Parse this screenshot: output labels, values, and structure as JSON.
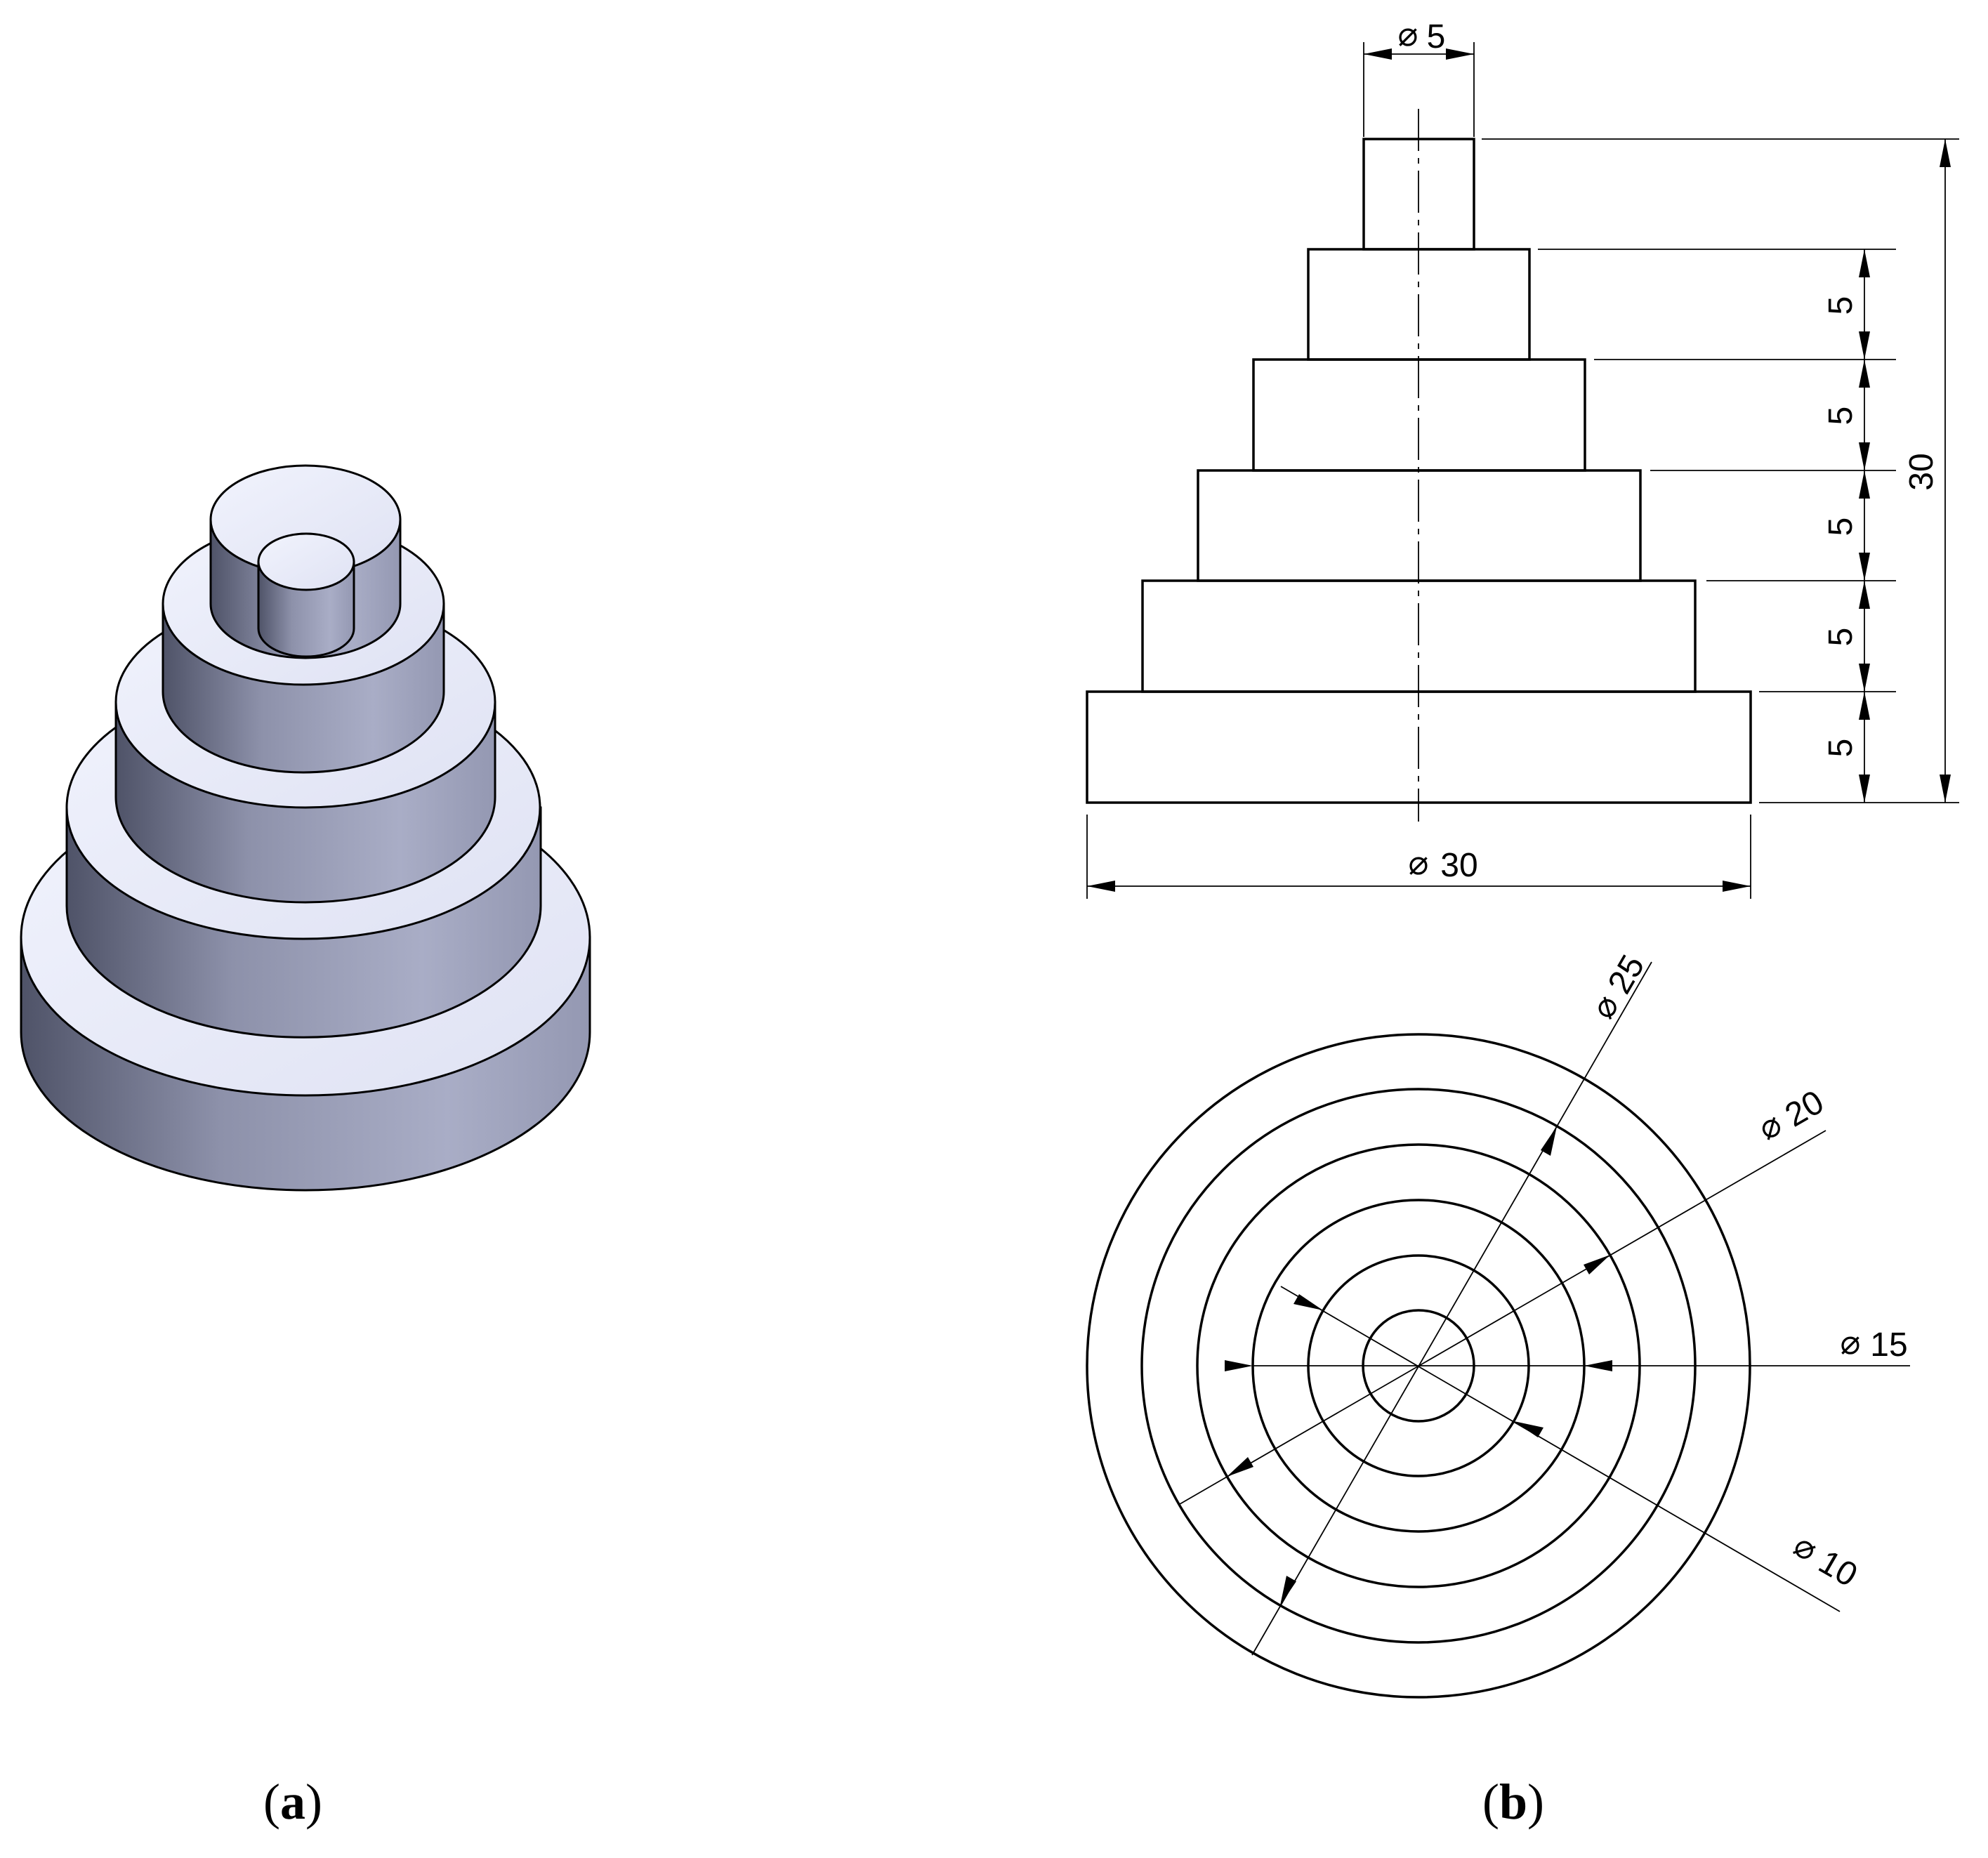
{
  "figure": {
    "captions": {
      "a": {
        "open": "(",
        "letter": "a",
        "close": ")"
      },
      "b": {
        "open": "(",
        "letter": "b",
        "close": ")"
      }
    },
    "front_view": {
      "top_diameter": "5",
      "base_diameter": "30",
      "step_heights": [
        "5",
        "5",
        "5",
        "5",
        "5"
      ],
      "overall_height": "30"
    },
    "top_view": {
      "diameters": [
        "25",
        "20",
        "15",
        "10"
      ]
    },
    "diameter_symbol": "⌀",
    "colors": {
      "solid_light": "#e6e9f8",
      "solid_mid": "#a3a7c2",
      "solid_dark": "#5a5e74",
      "line": "#000000"
    }
  }
}
